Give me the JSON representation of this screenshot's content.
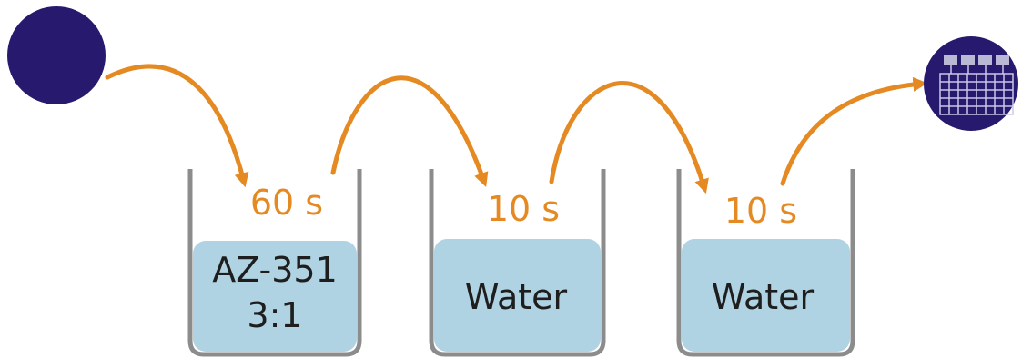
{
  "colors": {
    "arrow": "#e58a22",
    "wafer": "#26196e",
    "liquid": "#b0d3e3",
    "beaker_wall": "#8c8c8c",
    "time_text": "#e58a22",
    "liquid_text": "#1e1e1e"
  },
  "icons": {
    "start": "wafer-disc-icon",
    "end": "patterned-wafer-icon"
  },
  "steps": [
    {
      "time": "60 s",
      "liquid_line1": "AZ-351",
      "liquid_line2": "3:1"
    },
    {
      "time": "10 s",
      "liquid_line1": "Water",
      "liquid_line2": ""
    },
    {
      "time": "10 s",
      "liquid_line1": "Water",
      "liquid_line2": ""
    }
  ]
}
